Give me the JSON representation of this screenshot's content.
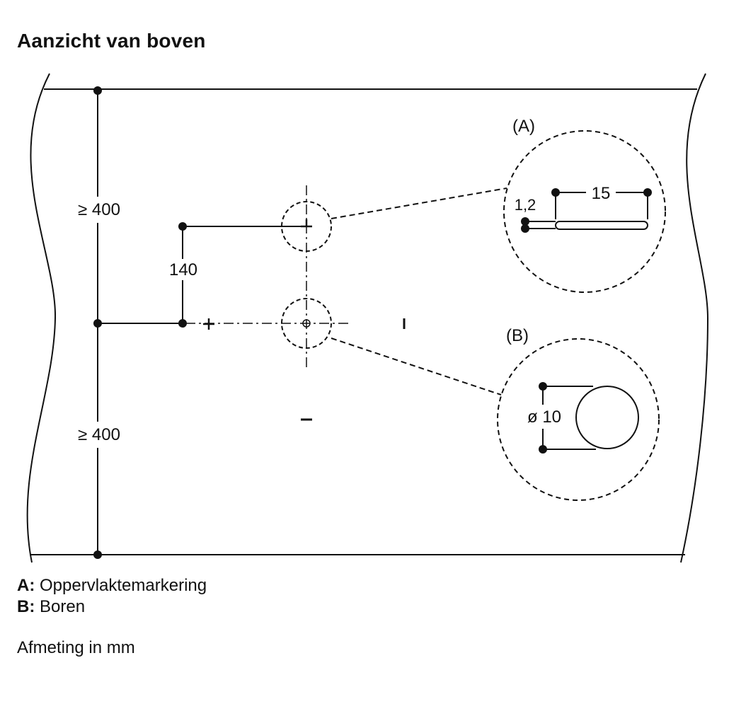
{
  "title": "Aanzicht van boven",
  "dimensions": {
    "top_gap": "≥ 400",
    "bottom_gap": "≥ 400",
    "vertical_offset": "140",
    "slot_width": "1,2",
    "slot_length": "15",
    "drill_diameter": "ø 10"
  },
  "callouts": {
    "a_label": "(A)",
    "b_label": "(B)"
  },
  "markers": {
    "plus": "+",
    "minus": "−"
  },
  "legend": [
    {
      "key": "A:",
      "text": " Oppervlaktemarkering"
    },
    {
      "key": "B:",
      "text": " Boren"
    }
  ],
  "unit_note": "Afmeting in mm",
  "colors": {
    "line": "#111111",
    "background": "#ffffff"
  }
}
